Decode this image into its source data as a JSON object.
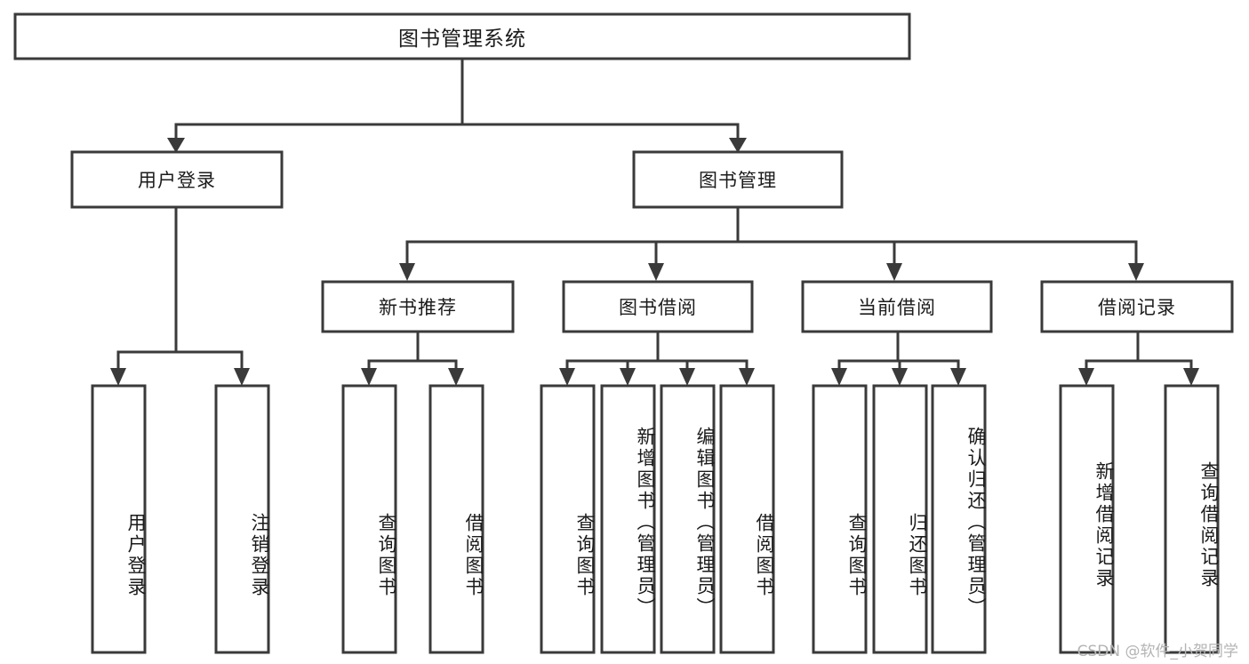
{
  "diagram": {
    "title": "图书管理系统",
    "type": "tree",
    "watermark": "CSDN @软件_小贺同学",
    "colors": {
      "box_stroke": "#3a3a3a",
      "box_fill": "#ffffff",
      "connector": "#3a3a3a",
      "text": "#1b1b1b",
      "watermark": "#b4b4b4",
      "background": "#ffffff"
    },
    "nodes": {
      "root": {
        "label": "图书管理系统",
        "orientation": "horizontal"
      },
      "level2": [
        {
          "id": "user-login",
          "label": "用户登录",
          "orientation": "horizontal"
        },
        {
          "id": "book-manage",
          "label": "图书管理",
          "orientation": "horizontal"
        }
      ],
      "level3": [
        {
          "id": "new-book-recommend",
          "label": "新书推荐",
          "orientation": "horizontal"
        },
        {
          "id": "book-borrow",
          "label": "图书借阅",
          "orientation": "horizontal"
        },
        {
          "id": "current-borrow",
          "label": "当前借阅",
          "orientation": "horizontal"
        },
        {
          "id": "borrow-record",
          "label": "借阅记录",
          "orientation": "horizontal"
        }
      ],
      "leaves": [
        {
          "id": "leaf-user-login",
          "parent": "user-login",
          "label": "用户登录",
          "orientation": "vertical"
        },
        {
          "id": "leaf-user-logout",
          "parent": "user-login",
          "label": "注销登录",
          "orientation": "vertical"
        },
        {
          "id": "leaf-query-book-1",
          "parent": "new-book-recommend",
          "label": "查询图书",
          "orientation": "vertical"
        },
        {
          "id": "leaf-borrow-book-1",
          "parent": "new-book-recommend",
          "label": "借阅图书",
          "orientation": "vertical"
        },
        {
          "id": "leaf-query-book-2",
          "parent": "book-borrow",
          "label": "查询图书",
          "orientation": "vertical"
        },
        {
          "id": "leaf-add-book",
          "parent": "book-borrow",
          "label": "新增图书（管理员）",
          "orientation": "vertical"
        },
        {
          "id": "leaf-edit-book",
          "parent": "book-borrow",
          "label": "编辑图书（管理员）",
          "orientation": "vertical"
        },
        {
          "id": "leaf-borrow-book-2",
          "parent": "book-borrow",
          "label": "借阅图书",
          "orientation": "vertical"
        },
        {
          "id": "leaf-query-book-3",
          "parent": "current-borrow",
          "label": "查询图书",
          "orientation": "vertical"
        },
        {
          "id": "leaf-return-book",
          "parent": "current-borrow",
          "label": "归还图书",
          "orientation": "vertical"
        },
        {
          "id": "leaf-confirm-return",
          "parent": "current-borrow",
          "label": "确认归还（管理员）",
          "orientation": "vertical"
        },
        {
          "id": "leaf-add-record",
          "parent": "borrow-record",
          "label": "新增借阅记录",
          "orientation": "vertical"
        },
        {
          "id": "leaf-query-record",
          "parent": "borrow-record",
          "label": "查询借阅记录",
          "orientation": "vertical"
        }
      ]
    }
  }
}
